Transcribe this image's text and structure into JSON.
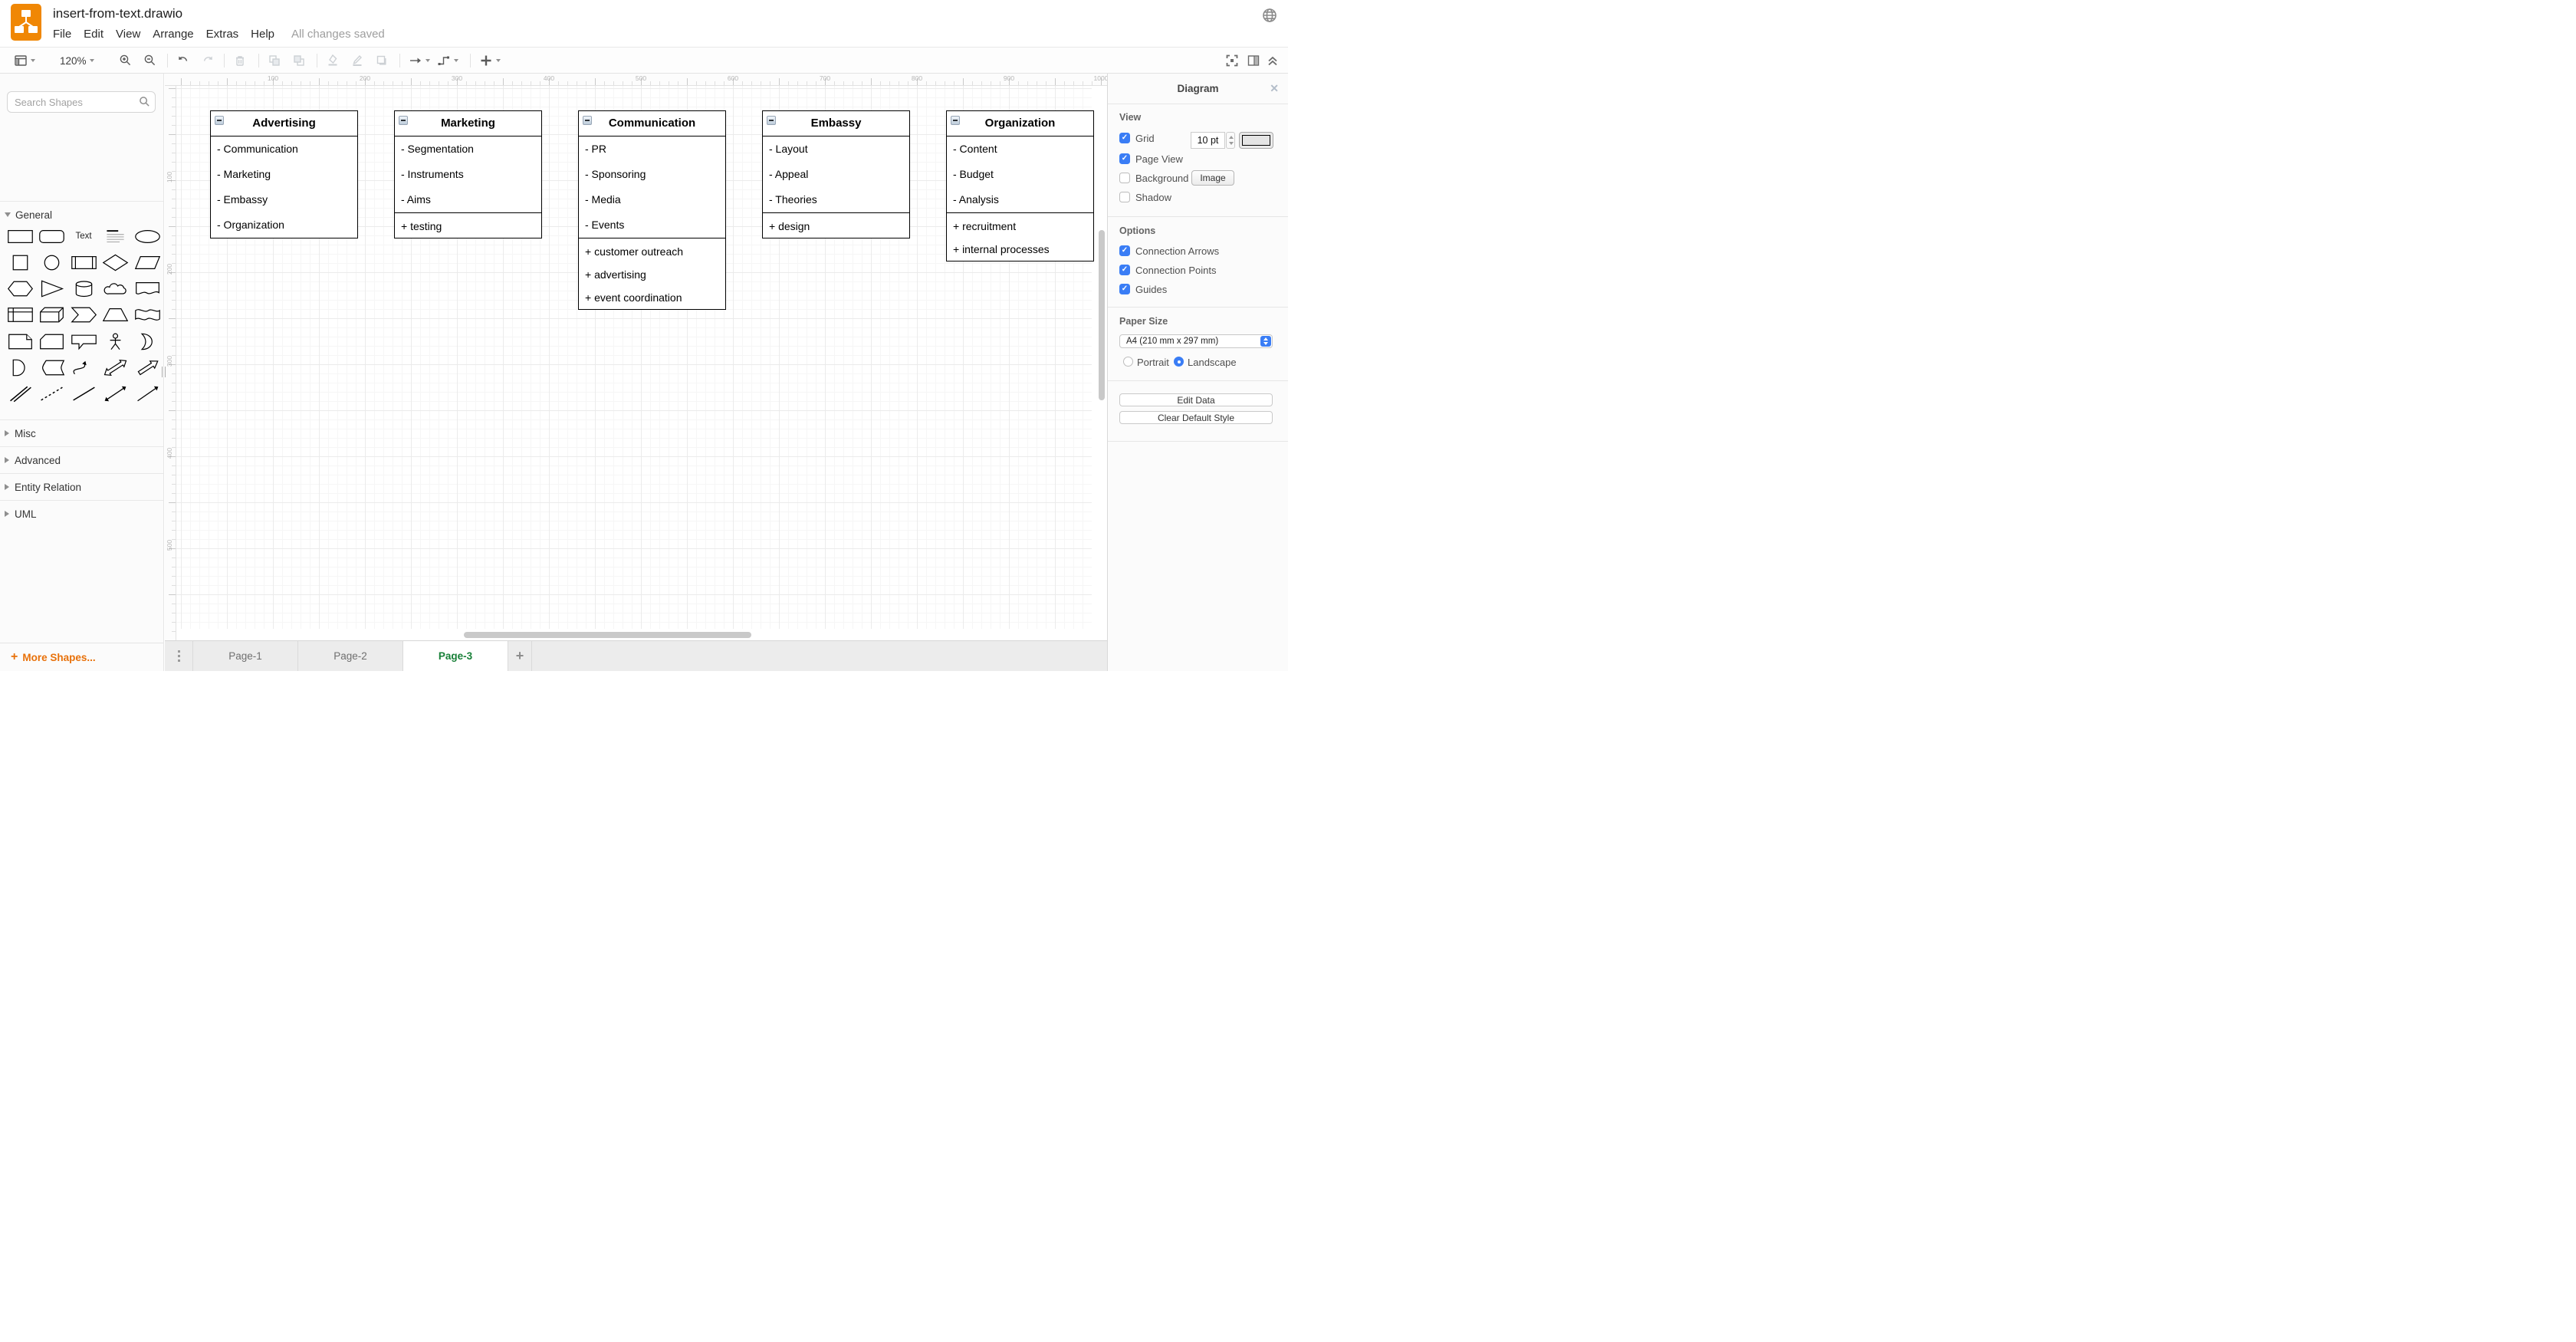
{
  "app": {
    "title": "insert-from-text.drawio",
    "menus": [
      "File",
      "Edit",
      "View",
      "Arrange",
      "Extras",
      "Help"
    ],
    "status": "All changes saved"
  },
  "toolbar": {
    "zoom_level": "120%"
  },
  "sidebar": {
    "search_placeholder": "Search Shapes",
    "shape_text_label": "Text",
    "shapes": [
      "rectangle",
      "rounded-rectangle",
      "text",
      "textbox",
      "ellipse",
      "square",
      "circle",
      "process",
      "diamond",
      "parallelogram",
      "hexagon",
      "triangle",
      "cylinder",
      "cloud",
      "document",
      "internal-storage",
      "cube",
      "step",
      "trapezoid",
      "tape",
      "note",
      "card",
      "callout",
      "actor",
      "or",
      "and",
      "data-storage",
      "curve",
      "bidirectional-arrow",
      "arrow",
      "link",
      "dashed-line",
      "line",
      "bidirectional-connector",
      "directional-connector"
    ],
    "sections": [
      {
        "label": "General",
        "expanded": true
      },
      {
        "label": "Misc",
        "expanded": false
      },
      {
        "label": "Advanced",
        "expanded": false
      },
      {
        "label": "Entity Relation",
        "expanded": false
      },
      {
        "label": "UML",
        "expanded": false
      }
    ],
    "more_shapes": "More Shapes..."
  },
  "canvas": {
    "h_ruler_labels": [
      100,
      200,
      300,
      400,
      500,
      600,
      700,
      800,
      900,
      1000
    ],
    "v_ruler_labels": [
      100,
      200,
      300,
      400,
      500
    ],
    "boxes": [
      {
        "title": "Advertising",
        "fields": [
          "- Communication",
          "- Marketing",
          "- Embassy",
          "- Organization"
        ],
        "methods": []
      },
      {
        "title": "Marketing",
        "fields": [
          "- Segmentation",
          "- Instruments",
          "- Aims"
        ],
        "methods": [
          "+ testing"
        ]
      },
      {
        "title": "Communication",
        "fields": [
          "- PR",
          "- Sponsoring",
          "- Media",
          "- Events"
        ],
        "methods": [
          "+ customer outreach",
          "+ advertising",
          "+ event coordination"
        ]
      },
      {
        "title": "Embassy",
        "fields": [
          "- Layout",
          "- Appeal",
          "- Theories"
        ],
        "methods": [
          "+ design"
        ]
      },
      {
        "title": "Organization",
        "fields": [
          "- Content",
          "- Budget",
          "- Analysis"
        ],
        "methods": [
          "+ recruitment",
          "+ internal processes"
        ]
      }
    ]
  },
  "pages": {
    "tabs": [
      "Page-1",
      "Page-2",
      "Page-3"
    ],
    "active": "Page-3",
    "add_label": "+"
  },
  "panel": {
    "title": "Diagram",
    "close_label": "✕",
    "view_label": "View",
    "grid": {
      "label": "Grid",
      "checked": true,
      "size": "10 pt"
    },
    "page_view": {
      "label": "Page View",
      "checked": true
    },
    "background": {
      "label": "Background",
      "checked": false,
      "button": "Image"
    },
    "shadow": {
      "label": "Shadow",
      "checked": false
    },
    "options_label": "Options",
    "options": [
      {
        "label": "Connection Arrows",
        "checked": true
      },
      {
        "label": "Connection Points",
        "checked": true
      },
      {
        "label": "Guides",
        "checked": true
      }
    ],
    "paper_label": "Paper Size",
    "paper_value": "A4 (210 mm x 297 mm)",
    "orientation": [
      {
        "label": "Portrait",
        "selected": false
      },
      {
        "label": "Landscape",
        "selected": true
      }
    ],
    "buttons": [
      "Edit Data",
      "Clear Default Style"
    ]
  },
  "colors": {
    "accent_blue": "#3a7df5",
    "active_tab_green": "#188038",
    "more_shapes_orange": "#e8710a",
    "logo_orange": "#f08705"
  }
}
